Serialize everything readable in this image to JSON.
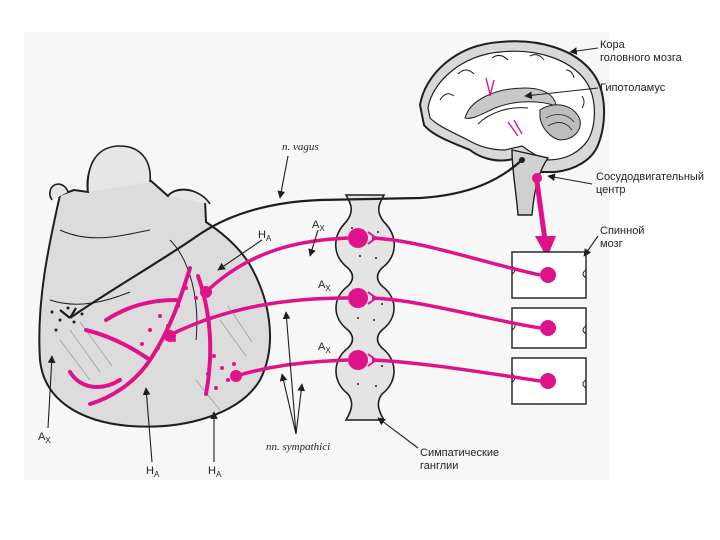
{
  "colors": {
    "pathway": "#e0128a",
    "ink": "#1e1e1e",
    "panel": "#f7f7f7",
    "tissue": "#dcdcdc"
  },
  "labels": {
    "cortex_line1": "Кора",
    "cortex_line2": "головного мозга",
    "hypothalamus": "Гипотоламус",
    "vasomotor_line1": "Сосудодвигательный",
    "vasomotor_line2": "центр",
    "spinal_line1": "Спинной",
    "spinal_line2": "мозг",
    "ganglia_line1": "Симпатические",
    "ganglia_line2": "ганглии",
    "vagus": "n. vagus",
    "sympathici": "nn. sympathici",
    "receptor_a": "A",
    "receptor_h": "H",
    "sub_x": "X",
    "sub_a": "A"
  }
}
